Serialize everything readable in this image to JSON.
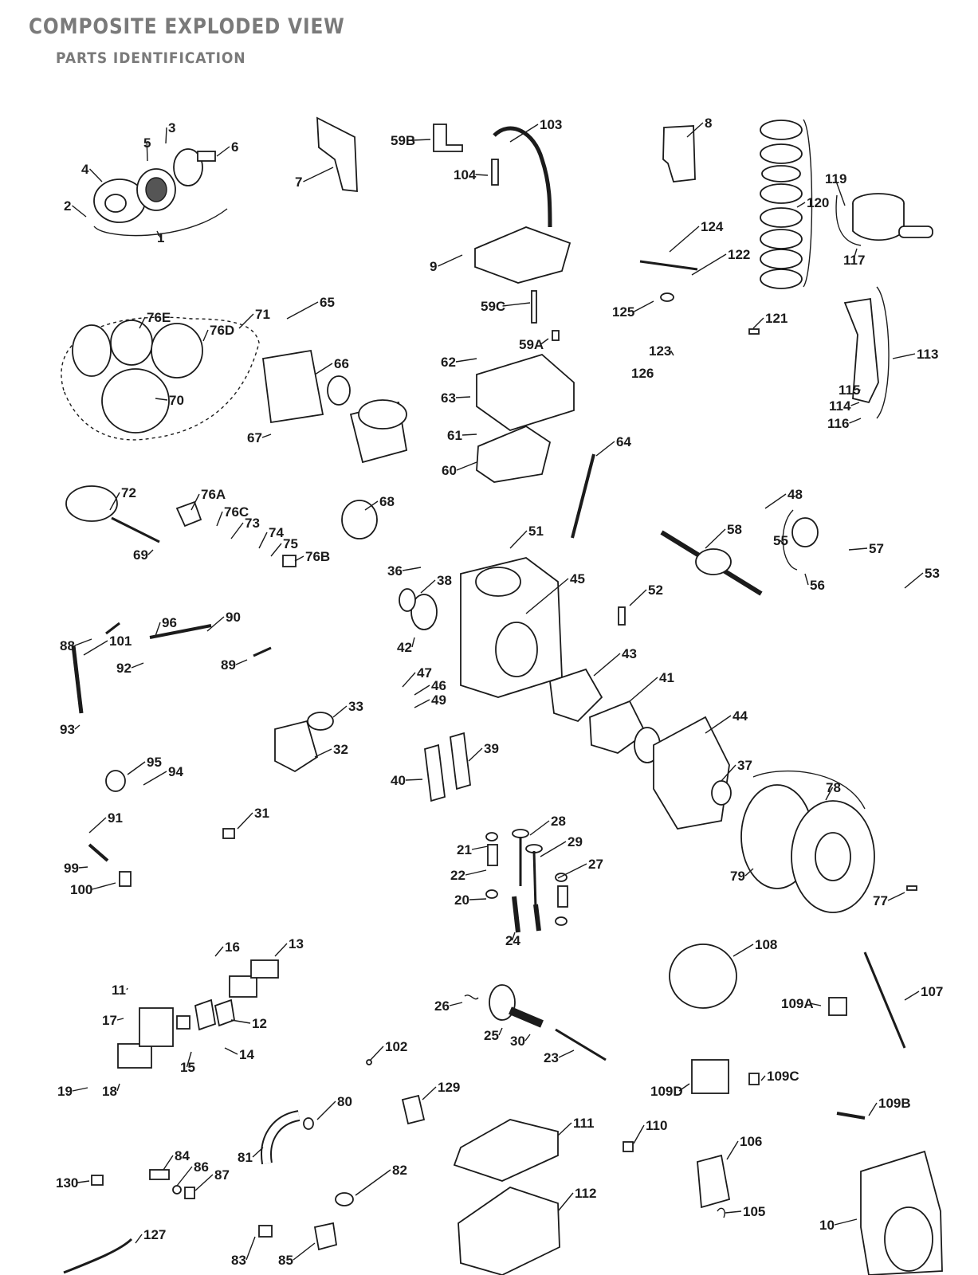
{
  "header": {
    "title": "COMPOSITE EXPLODED VIEW",
    "subtitle": "PARTS IDENTIFICATION"
  },
  "parts": [
    {
      "id": "1"
    },
    {
      "id": "2"
    },
    {
      "id": "3"
    },
    {
      "id": "4"
    },
    {
      "id": "5"
    },
    {
      "id": "6"
    },
    {
      "id": "7"
    },
    {
      "id": "59B"
    },
    {
      "id": "104"
    },
    {
      "id": "103"
    },
    {
      "id": "8"
    },
    {
      "id": "120"
    },
    {
      "id": "119"
    },
    {
      "id": "117"
    },
    {
      "id": "9"
    },
    {
      "id": "124"
    },
    {
      "id": "122"
    },
    {
      "id": "125"
    },
    {
      "id": "59C"
    },
    {
      "id": "59A"
    },
    {
      "id": "121"
    },
    {
      "id": "65"
    },
    {
      "id": "71"
    },
    {
      "id": "76E"
    },
    {
      "id": "76D"
    },
    {
      "id": "70"
    },
    {
      "id": "66"
    },
    {
      "id": "67"
    },
    {
      "id": "62"
    },
    {
      "id": "63"
    },
    {
      "id": "61"
    },
    {
      "id": "60"
    },
    {
      "id": "123"
    },
    {
      "id": "126"
    },
    {
      "id": "113"
    },
    {
      "id": "115"
    },
    {
      "id": "114"
    },
    {
      "id": "116"
    },
    {
      "id": "64"
    },
    {
      "id": "72"
    },
    {
      "id": "69"
    },
    {
      "id": "76A"
    },
    {
      "id": "76C"
    },
    {
      "id": "73"
    },
    {
      "id": "74"
    },
    {
      "id": "75"
    },
    {
      "id": "76B"
    },
    {
      "id": "68"
    },
    {
      "id": "48"
    },
    {
      "id": "58"
    },
    {
      "id": "55"
    },
    {
      "id": "57"
    },
    {
      "id": "56"
    },
    {
      "id": "53"
    },
    {
      "id": "51"
    },
    {
      "id": "36"
    },
    {
      "id": "38"
    },
    {
      "id": "45"
    },
    {
      "id": "52"
    },
    {
      "id": "42"
    },
    {
      "id": "43"
    },
    {
      "id": "41"
    },
    {
      "id": "47"
    },
    {
      "id": "46"
    },
    {
      "id": "49"
    },
    {
      "id": "44"
    },
    {
      "id": "37"
    },
    {
      "id": "39"
    },
    {
      "id": "40"
    },
    {
      "id": "88"
    },
    {
      "id": "101"
    },
    {
      "id": "96"
    },
    {
      "id": "90"
    },
    {
      "id": "92"
    },
    {
      "id": "89"
    },
    {
      "id": "93"
    },
    {
      "id": "33"
    },
    {
      "id": "32"
    },
    {
      "id": "95"
    },
    {
      "id": "94"
    },
    {
      "id": "78"
    },
    {
      "id": "79"
    },
    {
      "id": "77"
    },
    {
      "id": "91"
    },
    {
      "id": "31"
    },
    {
      "id": "99"
    },
    {
      "id": "100"
    },
    {
      "id": "28"
    },
    {
      "id": "21"
    },
    {
      "id": "29"
    },
    {
      "id": "27"
    },
    {
      "id": "22"
    },
    {
      "id": "20"
    },
    {
      "id": "24"
    },
    {
      "id": "16"
    },
    {
      "id": "13"
    },
    {
      "id": "11"
    },
    {
      "id": "17"
    },
    {
      "id": "12"
    },
    {
      "id": "15"
    },
    {
      "id": "14"
    },
    {
      "id": "19"
    },
    {
      "id": "18"
    },
    {
      "id": "108"
    },
    {
      "id": "107"
    },
    {
      "id": "109A"
    },
    {
      "id": "26"
    },
    {
      "id": "25"
    },
    {
      "id": "30"
    },
    {
      "id": "23"
    },
    {
      "id": "102"
    },
    {
      "id": "129"
    },
    {
      "id": "109D"
    },
    {
      "id": "109C"
    },
    {
      "id": "109B"
    },
    {
      "id": "81"
    },
    {
      "id": "80"
    },
    {
      "id": "111"
    },
    {
      "id": "110"
    },
    {
      "id": "106"
    },
    {
      "id": "84"
    },
    {
      "id": "86"
    },
    {
      "id": "87"
    },
    {
      "id": "130"
    },
    {
      "id": "82"
    },
    {
      "id": "112"
    },
    {
      "id": "105"
    },
    {
      "id": "10"
    },
    {
      "id": "127"
    },
    {
      "id": "83"
    },
    {
      "id": "85"
    }
  ]
}
